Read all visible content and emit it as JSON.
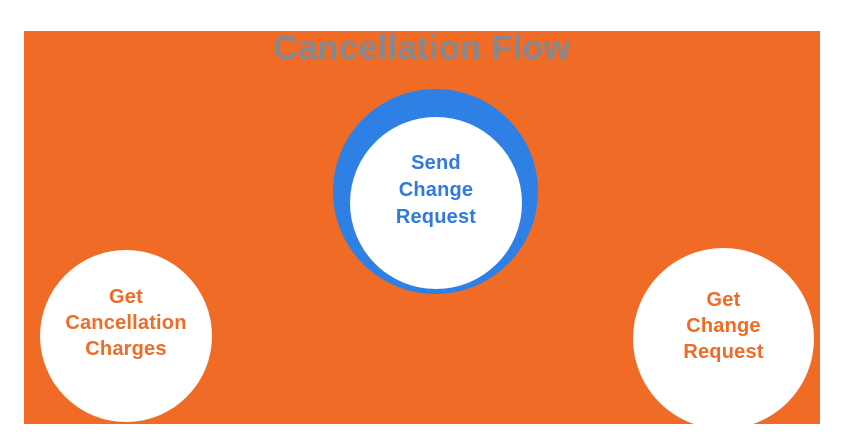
{
  "slide": {
    "title": "Cancellation Flow"
  },
  "nodes": {
    "center": {
      "id": "send-change-request",
      "label": "Send\nChange\nRequest"
    },
    "left": {
      "id": "get-cancellation-charges",
      "label": "Get\nCancellation\nCharges"
    },
    "right": {
      "id": "get-change-request",
      "label": "Get\nChange\nRequest"
    }
  },
  "colors": {
    "canvas": "#EF6B26",
    "ring": "#2F80E4",
    "node_text_blue": "#2F79DF",
    "node_text_orange": "#EF6B26",
    "title": "#85888E",
    "node_fill": "#FFFFFF",
    "page_background": "#FFFFFF"
  }
}
